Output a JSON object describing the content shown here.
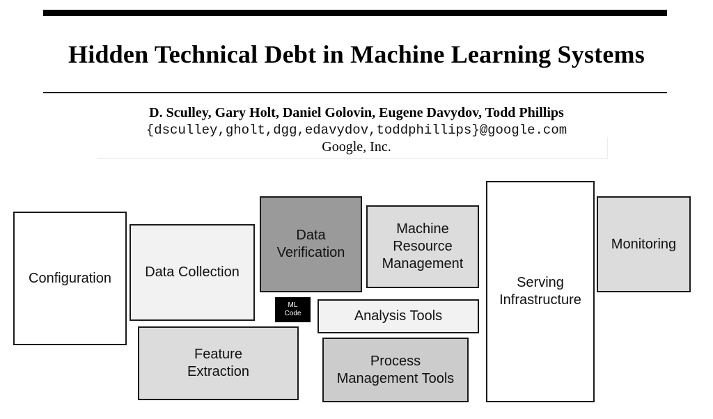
{
  "paper": {
    "title": "Hidden Technical Debt in Machine Learning Systems",
    "authors": "D. Sculley, Gary Holt, Daniel Golovin, Eugene Davydov, Todd Phillips",
    "emails": "{dsculley,gholt,dgg,edavydov,toddphillips}@google.com",
    "affiliation": "Google, Inc."
  },
  "diagram": {
    "boxes": {
      "configuration": "Configuration",
      "data_collection": "Data Collection",
      "data_verification": "Data\nVerification",
      "machine_resource_management": "Machine\nResource\nManagement",
      "serving_infrastructure": "Serving\nInfrastructure",
      "monitoring": "Monitoring",
      "ml_code": "ML\nCode",
      "analysis_tools": "Analysis Tools",
      "feature_extraction": "Feature\nExtraction",
      "process_management_tools": "Process\nManagement Tools"
    },
    "colors": {
      "ml_code_fill": "#000000",
      "ml_code_text": "#ffffff",
      "data_verification_fill": "#9a9a9a",
      "process_management_fill": "#cccccc",
      "mid_gray_fill": "#dcdcdc",
      "light_fill": "#f2f2f2",
      "border": "#1a1a1a"
    }
  }
}
